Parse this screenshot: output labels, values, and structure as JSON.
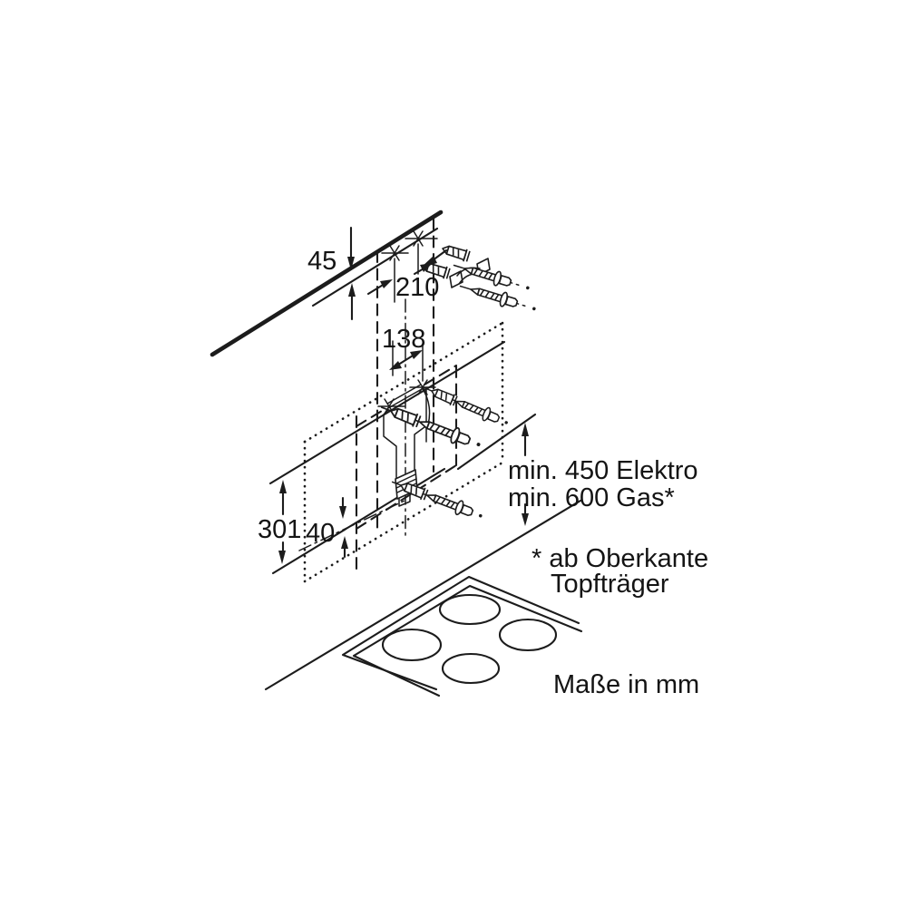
{
  "diagram": {
    "type": "range-hood-installation-drawing",
    "units_note": "Maße in mm",
    "dimensions": {
      "ceiling_offset": "45",
      "hole_spacing_wide": "210",
      "hole_spacing_narrow": "138",
      "hood_height": "301",
      "lower_edge_offset": "40"
    },
    "clearance": {
      "line1": "min. 450 Elektro",
      "line2": "min. 600 Gas*"
    },
    "footnote": {
      "line1": "* ab Oberkante",
      "line2": "Topfträger"
    },
    "colors": {
      "ink": "#1c1c1c",
      "background": "#ffffff"
    }
  }
}
